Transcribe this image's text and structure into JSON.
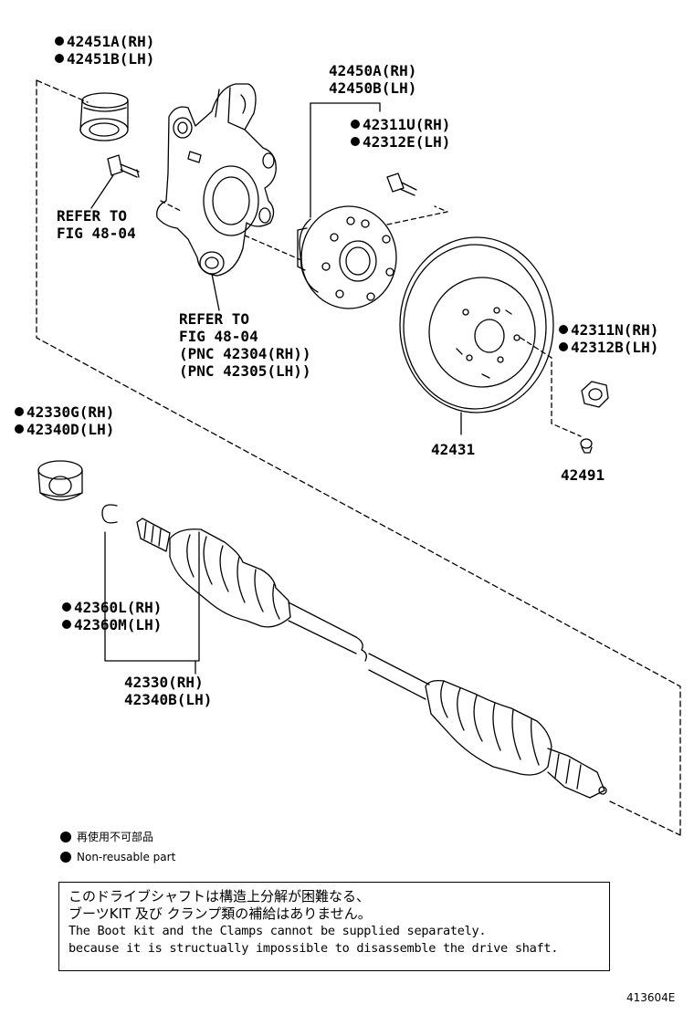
{
  "labels": {
    "p42451": [
      "42451A(RH)",
      "42451B(LH)"
    ],
    "p42450": [
      "42450A(RH)",
      "42450B(LH)"
    ],
    "p42311U": [
      "42311U(RH)",
      "42312E(LH)"
    ],
    "refer1": [
      "REFER TO",
      "FIG 48-04"
    ],
    "refer2": [
      "REFER TO",
      "FIG 48-04",
      "(PNC 42304(RH))",
      "(PNC 42305(LH))"
    ],
    "p42311N": [
      "42311N(RH)",
      "42312B(LH)"
    ],
    "p42431": "42431",
    "p42491": "42491",
    "p42330G": [
      "42330G(RH)",
      "42340D(LH)"
    ],
    "p42360": [
      "42360L(RH)",
      "42360M(LH)"
    ],
    "p42330": [
      "42330(RH)",
      "42340B(LH)"
    ]
  },
  "legend": {
    "jp": "再使用不可部品",
    "en": "Non-reusable part"
  },
  "note": {
    "jp_line1": "このドライブシャフトは構造上分解が困難なる、",
    "jp_line2": "ブーツKIT 及び クランプ類の補給はありません。",
    "en_line1": "The Boot kit and the Clamps cannot be supplied separately.",
    "en_line2": "because it is structually impossible to disassemble the drive shaft."
  },
  "figure_id": "413604E"
}
